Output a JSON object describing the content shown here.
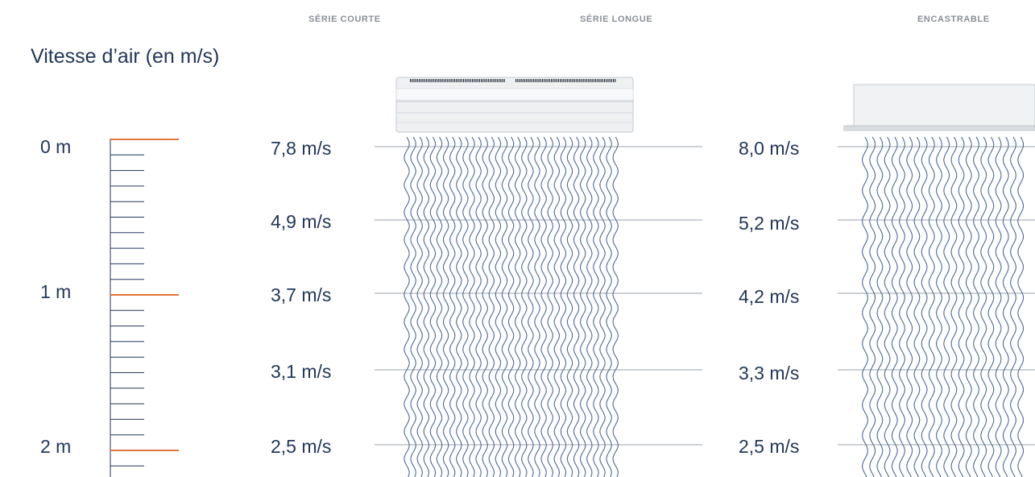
{
  "header": {
    "tabs": [
      {
        "label": "SÉRIE COURTE"
      },
      {
        "label": "SÉRIE LONGUE"
      },
      {
        "label": "ENCASTRABLE"
      }
    ]
  },
  "title": "Vitesse d’air (en m/s)",
  "scale": {
    "distances": [
      "0 m",
      "1 m",
      "2 m"
    ],
    "major_color": "#e0773a",
    "minor_color": "#22375a"
  },
  "series": [
    {
      "speeds": [
        "7,8 m/s",
        "4,9 m/s",
        "3,7 m/s",
        "3,1 m/s",
        "2,5 m/s"
      ]
    },
    {
      "speeds": [
        "8,0 m/s",
        "5,2 m/s",
        "4,2 m/s",
        "3,3 m/s",
        "2,5 m/s"
      ]
    }
  ],
  "colors": {
    "text": "#22375a",
    "wave": "#4a6a9a",
    "reference_line": "#9aa3ad",
    "tab_text": "#8a9099"
  }
}
